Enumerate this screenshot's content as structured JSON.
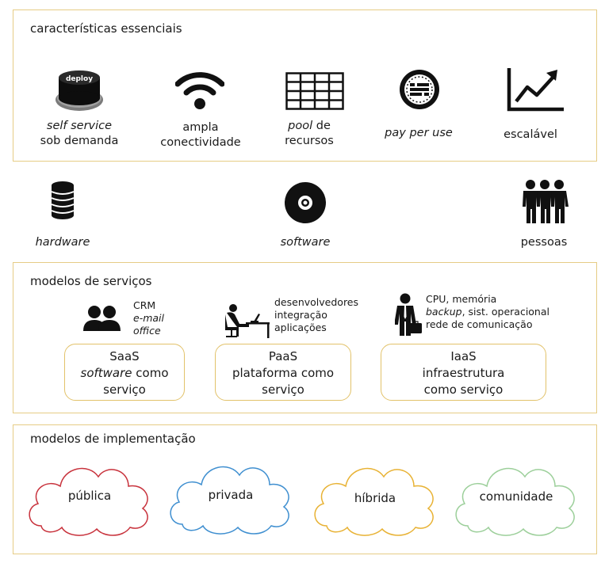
{
  "essential": {
    "title": "características essenciais",
    "deploy_text": "deploy",
    "items": [
      {
        "line1": "self service",
        "line2": "sob demanda"
      },
      {
        "line1": "ampla",
        "line2": "conectividade"
      },
      {
        "line1_em": "pool",
        "line1_rest": " de",
        "line2": "recursos"
      },
      {
        "line1": "pay per use"
      },
      {
        "line1": "escalável"
      }
    ]
  },
  "resources": {
    "hardware": "hardware",
    "software": "software",
    "pessoas": "pessoas"
  },
  "services": {
    "title": "modelos de serviços",
    "saas_notes": [
      "CRM",
      "e-mail",
      "office"
    ],
    "paas_notes": [
      "desenvolvedores",
      "integração",
      "aplicações"
    ],
    "iaas_notes": {
      "line1": "CPU, memória",
      "line2_em": "backup",
      "line2_rest": ", sist. operacional",
      "line3": "rede de comunicação"
    },
    "saas": {
      "line1": "SaaS",
      "line2_em": "software",
      "line2_rest": " como",
      "line3": "serviço"
    },
    "paas": {
      "line1": "PaaS",
      "line2": "plataforma como",
      "line3": "serviço"
    },
    "iaas": {
      "line1": "IaaS",
      "line2": "infraestrutura",
      "line3": "como serviço"
    }
  },
  "deployment": {
    "title": "modelos de implementação",
    "clouds": [
      {
        "label": "pública",
        "color": "#c8323c"
      },
      {
        "label": "privada",
        "color": "#3f8fd0"
      },
      {
        "label": "híbrida",
        "color": "#e8b234"
      },
      {
        "label": "comunidade",
        "color": "#9ccf9a"
      }
    ]
  }
}
